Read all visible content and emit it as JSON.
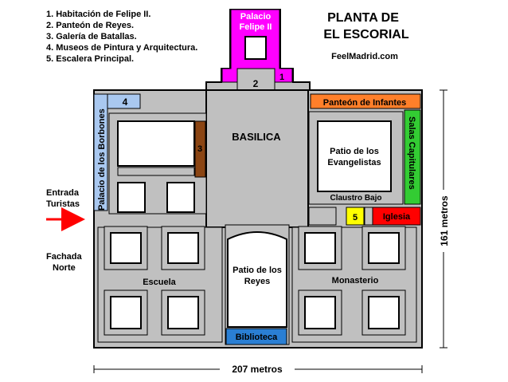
{
  "legend": [
    "1. Habitación de Felipe II.",
    "2. Panteón de Reyes.",
    "3. Galería de Batallas.",
    "4. Museos de Pintura y Arquitectura.",
    "5. Escalera Principal."
  ],
  "title": [
    "PLANTA DE",
    "EL ESCORIAL"
  ],
  "site": "FeelMadrid.com",
  "rooms": {
    "palacio_felipe": [
      "Palacio",
      "Felipe II"
    ],
    "basilica": "BASILICA",
    "panteon_infantes": "Panteón de Infantes",
    "salas_capitulares": "Salas Capitulares",
    "patio_evangelistas": [
      "Patio de los",
      "Evangelistas"
    ],
    "claustro_bajo": "Claustro Bajo",
    "iglesia": "Iglesia",
    "palacio_borbones": "Palacio de los Borbones",
    "patio_reyes": [
      "Patio de los",
      "Reyes"
    ],
    "biblioteca": "Biblioteca",
    "escuela": "Escuela",
    "monasterio": "Monasterio"
  },
  "numbers": {
    "n1": "1",
    "n2": "2",
    "n3": "3",
    "n4": "4",
    "n5": "5"
  },
  "entrance": [
    "Entrada",
    "Turistas"
  ],
  "facade": [
    "Fachada",
    "Norte"
  ],
  "dimensions": {
    "width": "207 metros",
    "height": "161 metros"
  },
  "colors": {
    "building": "#c0c0c0",
    "outline": "#000000",
    "magenta": "#ff00ff",
    "light_blue": "#a9c8f0",
    "brown": "#8b4513",
    "orange": "#ff7f2a",
    "green": "#33cc33",
    "yellow": "#ffff00",
    "red": "#ff0000",
    "blue": "#2a7fd4",
    "arrow": "#ff0000"
  }
}
